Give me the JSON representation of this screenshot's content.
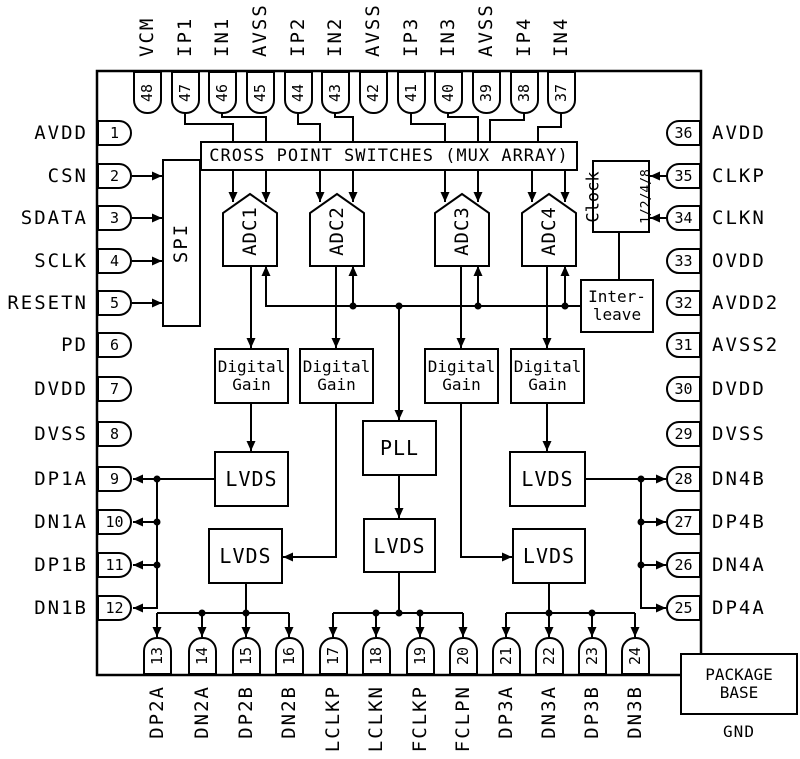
{
  "pins": {
    "top": [
      {
        "num": "48",
        "label": "VCM"
      },
      {
        "num": "47",
        "label": "IP1"
      },
      {
        "num": "46",
        "label": "IN1"
      },
      {
        "num": "45",
        "label": "AVSS"
      },
      {
        "num": "44",
        "label": "IP2"
      },
      {
        "num": "43",
        "label": "IN2"
      },
      {
        "num": "42",
        "label": "AVSS"
      },
      {
        "num": "41",
        "label": "IP3"
      },
      {
        "num": "40",
        "label": "IN3"
      },
      {
        "num": "39",
        "label": "AVSS"
      },
      {
        "num": "38",
        "label": "IP4"
      },
      {
        "num": "37",
        "label": "IN4"
      }
    ],
    "left": [
      {
        "num": "1",
        "label": "AVDD"
      },
      {
        "num": "2",
        "label": "CSN"
      },
      {
        "num": "3",
        "label": "SDATA"
      },
      {
        "num": "4",
        "label": "SCLK"
      },
      {
        "num": "5",
        "label": "RESETN"
      },
      {
        "num": "6",
        "label": "PD"
      },
      {
        "num": "7",
        "label": "DVDD"
      },
      {
        "num": "8",
        "label": "DVSS"
      },
      {
        "num": "9",
        "label": "DP1A"
      },
      {
        "num": "10",
        "label": "DN1A"
      },
      {
        "num": "11",
        "label": "DP1B"
      },
      {
        "num": "12",
        "label": "DN1B"
      }
    ],
    "right": [
      {
        "num": "36",
        "label": "AVDD"
      },
      {
        "num": "35",
        "label": "CLKP"
      },
      {
        "num": "34",
        "label": "CLKN"
      },
      {
        "num": "33",
        "label": "OVDD"
      },
      {
        "num": "32",
        "label": "AVDD2"
      },
      {
        "num": "31",
        "label": "AVSS2"
      },
      {
        "num": "30",
        "label": "DVDD"
      },
      {
        "num": "29",
        "label": "DVSS"
      },
      {
        "num": "28",
        "label": "DN4B"
      },
      {
        "num": "27",
        "label": "DP4B"
      },
      {
        "num": "26",
        "label": "DN4A"
      },
      {
        "num": "25",
        "label": "DP4A"
      }
    ],
    "bottom": [
      {
        "num": "13",
        "label": "DP2A"
      },
      {
        "num": "14",
        "label": "DN2A"
      },
      {
        "num": "15",
        "label": "DP2B"
      },
      {
        "num": "16",
        "label": "DN2B"
      },
      {
        "num": "17",
        "label": "LCLKP"
      },
      {
        "num": "18",
        "label": "LCLKN"
      },
      {
        "num": "19",
        "label": "FCLKP"
      },
      {
        "num": "20",
        "label": "FCLPN"
      },
      {
        "num": "21",
        "label": "DP3A"
      },
      {
        "num": "22",
        "label": "DN3A"
      },
      {
        "num": "23",
        "label": "DP3B"
      },
      {
        "num": "24",
        "label": "DN3B"
      }
    ]
  },
  "blocks": {
    "mux": "CROSS POINT SWITCHES (MUX ARRAY)",
    "spi": "SPI",
    "adcs": [
      "ADC1",
      "ADC2",
      "ADC3",
      "ADC4"
    ],
    "clock_line1": "Clock",
    "clock_line2": "1/2/4/8",
    "interleave_line1": "Inter-",
    "interleave_line2": "leave",
    "digital_gain_line1": "Digital",
    "digital_gain_line2": "Gain",
    "pll": "PLL",
    "lvds": "LVDS",
    "package_base_line1": "PACKAGE",
    "package_base_line2": "BASE",
    "gnd": "GND"
  },
  "colors": {
    "line": "#000000",
    "background": "#ffffff"
  }
}
